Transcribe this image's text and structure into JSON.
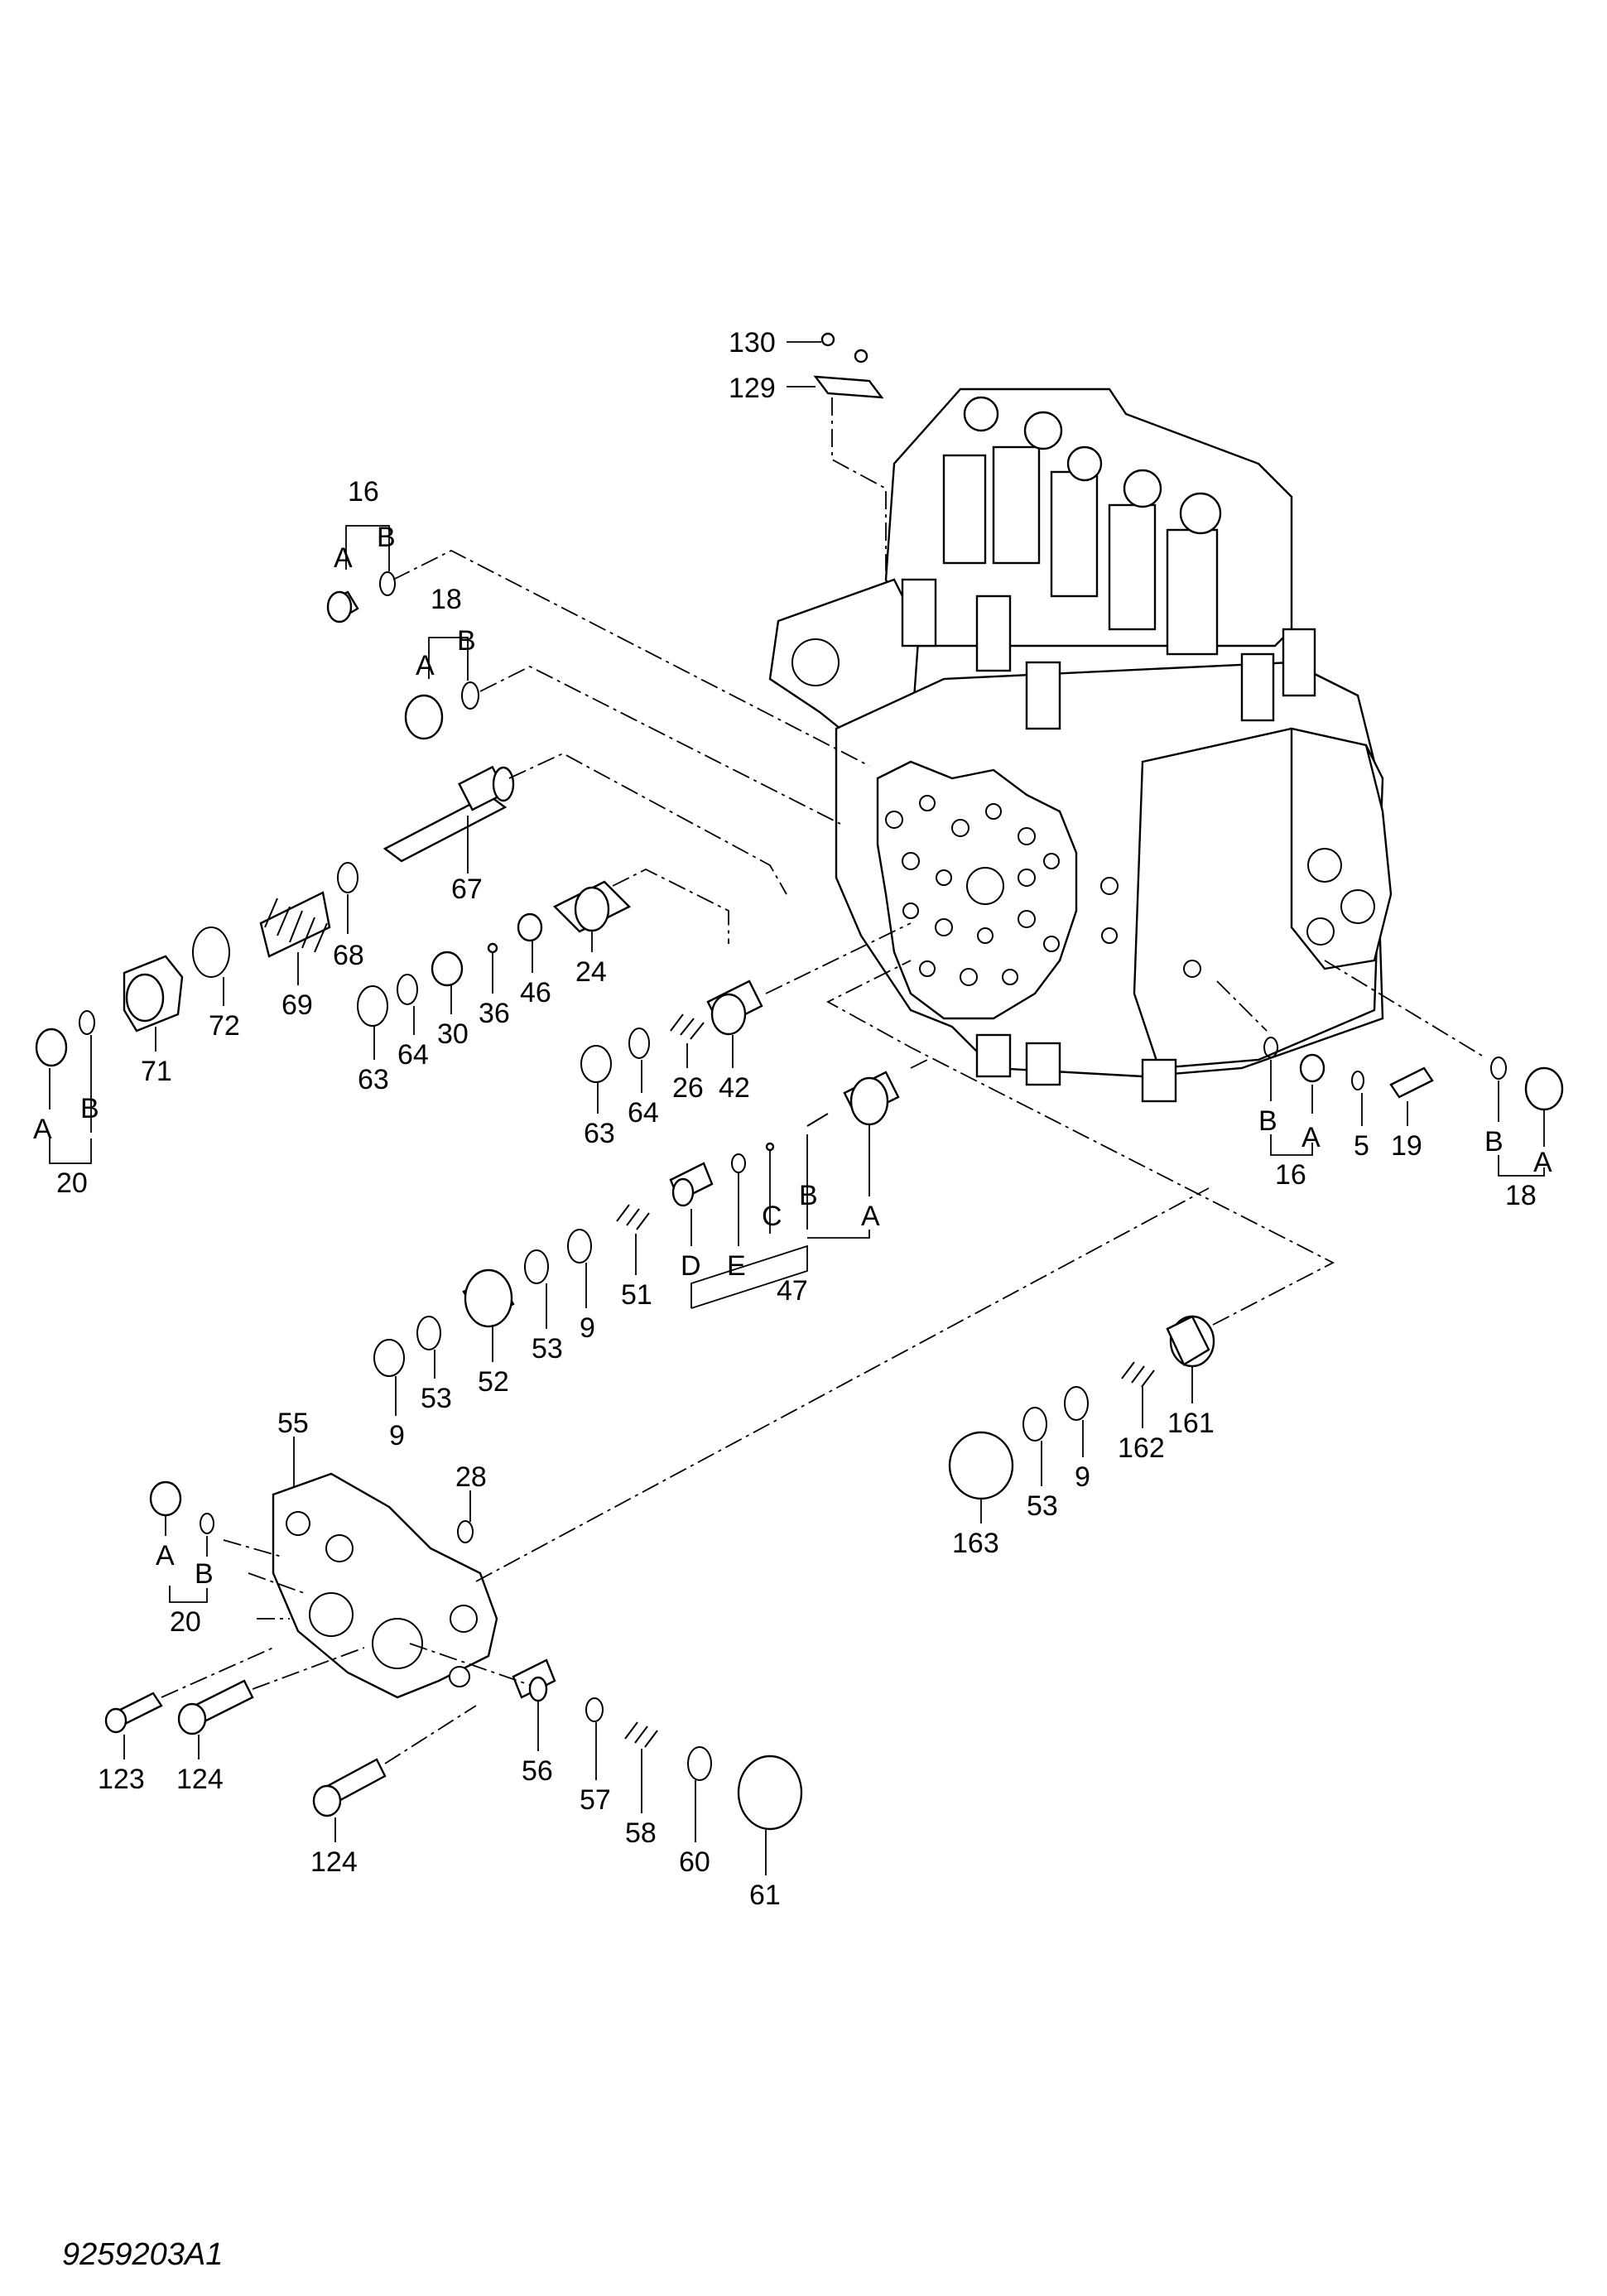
{
  "drawing_code": "9259203A1",
  "labels": [
    {
      "id": "l130",
      "text": "130"
    },
    {
      "id": "l129",
      "text": "129"
    },
    {
      "id": "l16a",
      "text": "16"
    },
    {
      "id": "l16a_A",
      "text": "A"
    },
    {
      "id": "l16a_B",
      "text": "B"
    },
    {
      "id": "l18a",
      "text": "18"
    },
    {
      "id": "l18a_A",
      "text": "A"
    },
    {
      "id": "l18a_B",
      "text": "B"
    },
    {
      "id": "l67",
      "text": "67"
    },
    {
      "id": "l68",
      "text": "68"
    },
    {
      "id": "l69",
      "text": "69"
    },
    {
      "id": "l72",
      "text": "72"
    },
    {
      "id": "l71",
      "text": "71"
    },
    {
      "id": "l20a_A",
      "text": "A"
    },
    {
      "id": "l20a_B",
      "text": "B"
    },
    {
      "id": "l20a",
      "text": "20"
    },
    {
      "id": "l24",
      "text": "24"
    },
    {
      "id": "l46",
      "text": "46"
    },
    {
      "id": "l36",
      "text": "36"
    },
    {
      "id": "l30",
      "text": "30"
    },
    {
      "id": "l64a",
      "text": "64"
    },
    {
      "id": "l63a",
      "text": "63"
    },
    {
      "id": "l42",
      "text": "42"
    },
    {
      "id": "l26",
      "text": "26"
    },
    {
      "id": "l64b",
      "text": "64"
    },
    {
      "id": "l63b",
      "text": "63"
    },
    {
      "id": "l47_A",
      "text": "A"
    },
    {
      "id": "l47_B",
      "text": "B"
    },
    {
      "id": "l47_C",
      "text": "C"
    },
    {
      "id": "l47_D",
      "text": "D"
    },
    {
      "id": "l47_E",
      "text": "E"
    },
    {
      "id": "l47",
      "text": "47"
    },
    {
      "id": "l51",
      "text": "51"
    },
    {
      "id": "l9a",
      "text": "9"
    },
    {
      "id": "l53a",
      "text": "53"
    },
    {
      "id": "l52",
      "text": "52"
    },
    {
      "id": "l53b",
      "text": "53"
    },
    {
      "id": "l9b",
      "text": "9"
    },
    {
      "id": "l16b_B",
      "text": "B"
    },
    {
      "id": "l16b_A",
      "text": "A"
    },
    {
      "id": "l16b",
      "text": "16"
    },
    {
      "id": "l5",
      "text": "5"
    },
    {
      "id": "l19",
      "text": "19"
    },
    {
      "id": "l18b_B",
      "text": "B"
    },
    {
      "id": "l18b_A",
      "text": "A"
    },
    {
      "id": "l18b",
      "text": "18"
    },
    {
      "id": "l161",
      "text": "161"
    },
    {
      "id": "l162",
      "text": "162"
    },
    {
      "id": "l9c",
      "text": "9"
    },
    {
      "id": "l53c",
      "text": "53"
    },
    {
      "id": "l163",
      "text": "163"
    },
    {
      "id": "l55",
      "text": "55"
    },
    {
      "id": "l28",
      "text": "28"
    },
    {
      "id": "l20b_A",
      "text": "A"
    },
    {
      "id": "l20b_B",
      "text": "B"
    },
    {
      "id": "l20b",
      "text": "20"
    },
    {
      "id": "l123",
      "text": "123"
    },
    {
      "id": "l124a",
      "text": "124"
    },
    {
      "id": "l124b",
      "text": "124"
    },
    {
      "id": "l56",
      "text": "56"
    },
    {
      "id": "l57",
      "text": "57"
    },
    {
      "id": "l58",
      "text": "58"
    },
    {
      "id": "l60",
      "text": "60"
    },
    {
      "id": "l61",
      "text": "61"
    }
  ]
}
